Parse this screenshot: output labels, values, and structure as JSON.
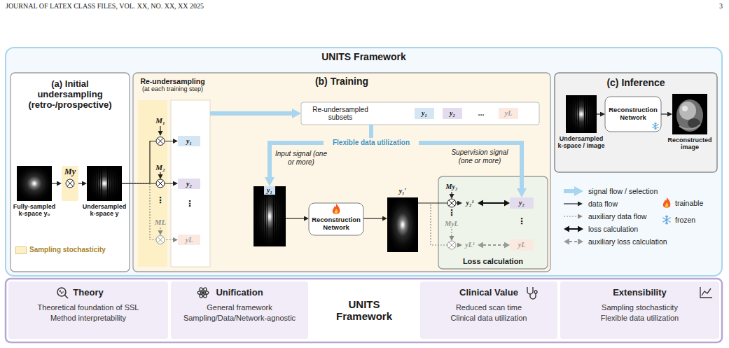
{
  "diagram": {
    "nodes": [
      {
        "text": [
          "UNITS Framework"
        ]
      },
      {
        "text": [
          "(a) Initial undersampling (retro-/prospective)"
        ],
        "in": 0
      },
      {
        "text": [
          "My"
        ],
        "in": 1
      },
      {
        "text": [
          "Fully-sampled k-space y₀"
        ],
        "in": 1
      },
      {
        "text": [
          "Undersampled k-space y"
        ],
        "in": 1
      },
      {
        "text": [
          "(b) Training"
        ],
        "in": 0
      },
      {
        "text": [
          "Re-undersampling",
          "(at each training step)"
        ],
        "in": 5
      },
      {
        "text": [
          "y₁"
        ],
        "in": 6
      },
      {
        "text": [
          "y₂"
        ],
        "in": 6
      },
      {
        "text": [
          "yL"
        ],
        "in": 6
      },
      {
        "text": [
          "Re-undersampled subsets"
        ],
        "in": 5
      },
      {
        "text": [
          "y₁"
        ],
        "in": 10
      },
      {
        "text": [
          "y₂"
        ],
        "in": 10
      },
      {
        "text": [
          "yL"
        ],
        "in": 10
      },
      {
        "text": [
          "y₁"
        ],
        "in": 5
      },
      {
        "text": [
          "Reconstruction Network"
        ],
        "in": 5
      },
      {
        "text": [
          "y₁′"
        ],
        "in": 5
      },
      {
        "text": [
          "Loss calculation"
        ],
        "in": 5
      },
      {
        "text": [
          "y₂¹"
        ],
        "in": 17
      },
      {
        "text": [
          "y₂"
        ],
        "in": 17
      },
      {
        "text": [
          "yL¹"
        ],
        "in": 17
      },
      {
        "text": [
          "yL"
        ],
        "in": 17
      },
      {
        "text": [
          "(c) Inference"
        ],
        "in": 0
      },
      {
        "text": [
          "Undersampled k-space / image"
        ],
        "in": 22
      },
      {
        "text": [
          "Reconstruction Network"
        ],
        "in": 22
      },
      {
        "text": [
          "Reconstructed image"
        ],
        "in": 22
      },
      {
        "text": [
          "Theory",
          "Theoretical foundation of SSL",
          "Method interpretability"
        ]
      },
      {
        "text": [
          "Unification",
          "General framework",
          "Sampling/Data/Network-agnostic"
        ]
      },
      {
        "text": [
          "UNITS Framework"
        ]
      },
      {
        "text": [
          "Clinical Value",
          "Reduced scan time",
          "Clinical data utilization"
        ]
      },
      {
        "text": [
          "Extensibility",
          "Sampling stochasticity",
          "Flexible data utilization"
        ]
      }
    ],
    "edges": [
      {
        "from": 3,
        "to": 2,
        "arrow": "to"
      },
      {
        "from": 2,
        "to": 4,
        "arrow": "to"
      },
      {
        "from": 4,
        "to": 7,
        "arrow": "to"
      },
      {
        "from": 4,
        "to": 8,
        "arrow": "to"
      },
      {
        "from": 4,
        "to": 9,
        "arrow": "to"
      },
      {
        "from": 6,
        "to": 10,
        "arrow": "to"
      },
      {
        "from": 10,
        "to": 14,
        "arrow": "to"
      },
      {
        "from": 10,
        "to": 19,
        "arrow": "to"
      },
      {
        "from": 14,
        "to": 15,
        "arrow": "to"
      },
      {
        "from": 15,
        "to": 16,
        "arrow": "to"
      },
      {
        "from": 16,
        "to": 18,
        "arrow": "to"
      },
      {
        "from": 16,
        "to": 20,
        "arrow": "to"
      },
      {
        "from": 18,
        "to": 19,
        "arrow": "both"
      },
      {
        "from": 20,
        "to": 21,
        "arrow": "both"
      },
      {
        "from": 23,
        "to": 24,
        "arrow": "to"
      },
      {
        "from": 24,
        "to": 25,
        "arrow": "to"
      }
    ],
    "labels": [
      "JOURNAL OF LATEX CLASS FILES, VOL. XX, NO. XX, XX 2025",
      "3",
      "M₁",
      "M₂",
      "⋮",
      "⋮",
      "ML",
      "...",
      "Flexible data utilization",
      "Input signal (one or more)",
      "Supervision signal (one or more)",
      "My₂",
      "⋮",
      "⋮",
      "MyL"
    ],
    "legend": [
      {
        "text": "Sampling stochasticity",
        "color": "#fdf0c6"
      },
      {
        "text": "signal flow / selection"
      },
      {
        "text": "data flow"
      },
      {
        "text": "auxiliary data flow"
      },
      {
        "text": "loss calculation"
      },
      {
        "text": "auxiliary loss calculation"
      },
      {
        "text": "trainable"
      },
      {
        "text": "frozen"
      }
    ]
  }
}
